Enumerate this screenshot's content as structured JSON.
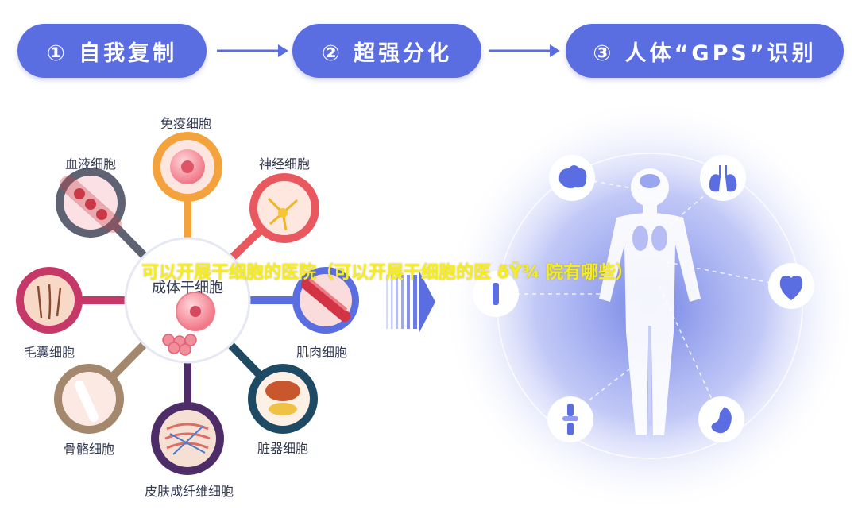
{
  "steps": [
    {
      "label": "① 自我复制"
    },
    {
      "label": "② 超强分化"
    },
    {
      "label": "③ 人体“GPS”识别"
    }
  ],
  "center": {
    "label": "成体干细胞"
  },
  "cells": [
    {
      "label": "免疫细胞",
      "color": "#f4a23c"
    },
    {
      "label": "神经细胞",
      "color": "#e9585f"
    },
    {
      "label": "肌肉细胞",
      "color": "#5b6ee1"
    },
    {
      "label": "脏器细胞",
      "color": "#1f4a63"
    },
    {
      "label": "皮肤成纤维细胞",
      "color": "#4e2c68"
    },
    {
      "label": "骨骼细胞",
      "color": "#a3886e"
    },
    {
      "label": "毛囊细胞",
      "color": "#c53867"
    },
    {
      "label": "血液细胞",
      "color": "#5e6272"
    }
  ],
  "organ_icons": [
    "brain-icon",
    "lungs-icon",
    "heart-icon",
    "stomach-icon",
    "knee-joint-icon",
    "bone-icon"
  ],
  "overlay": {
    "text": "可以开展干细胞的医院（可以开展干细胞的医 ðŸ¾ 院有哪些）"
  }
}
